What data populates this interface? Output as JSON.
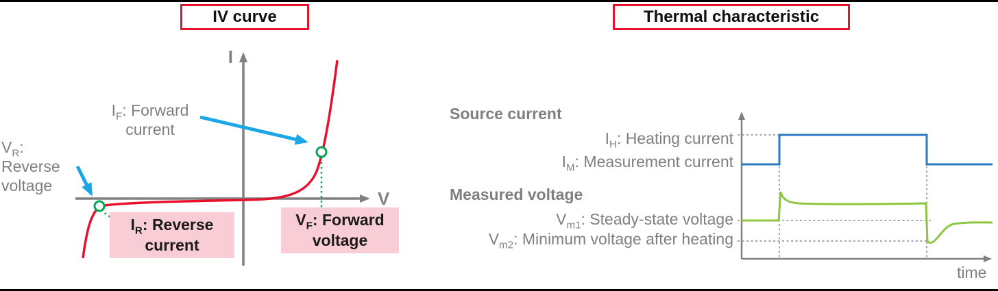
{
  "colors": {
    "accent_red": "#e8112d",
    "box_pink": "#f9cdd6",
    "annotation_gray": "#7f7f7f",
    "axis_gray": "#808080",
    "arrow_blue": "#1ba6e6",
    "marker_green": "#00a551",
    "current_blue": "#2b78c5",
    "voltage_green": "#8dc63f",
    "dotted_gray": "#a6a6a6"
  },
  "iv_panel": {
    "title": "IV curve",
    "axis_i": "I",
    "axis_v": "V",
    "forward_current_label": {
      "pre": "I",
      "sub": "F",
      "rest": ": Forward",
      "line2": "current"
    },
    "reverse_voltage_label": {
      "pre": "V",
      "sub": "R",
      "rest": ":",
      "line2": "Reverse",
      "line3": "voltage"
    },
    "reverse_current_box": {
      "pre": "I",
      "sub": "R",
      "rest": ": Reverse",
      "line2": "current"
    },
    "forward_voltage_box": {
      "pre": "V",
      "sub": "F",
      "rest": ": Forward",
      "line2": "voltage"
    }
  },
  "thermal_panel": {
    "title": "Thermal characteristic",
    "source_current_heading": "Source current",
    "heating_current_label": {
      "pre": "I",
      "sub": "H",
      "rest": ": Heating current"
    },
    "measurement_current_label": {
      "pre": "I",
      "sub": "M",
      "rest": ": Measurement current"
    },
    "measured_voltage_heading": "Measured voltage",
    "steady_state_voltage_label": {
      "pre": "V",
      "sub": "m1",
      "rest": ": Steady-state voltage"
    },
    "minimum_voltage_label": {
      "pre": "V",
      "sub": "m2",
      "rest": ": Minimum voltage after heating"
    },
    "time_axis_label": "time"
  }
}
